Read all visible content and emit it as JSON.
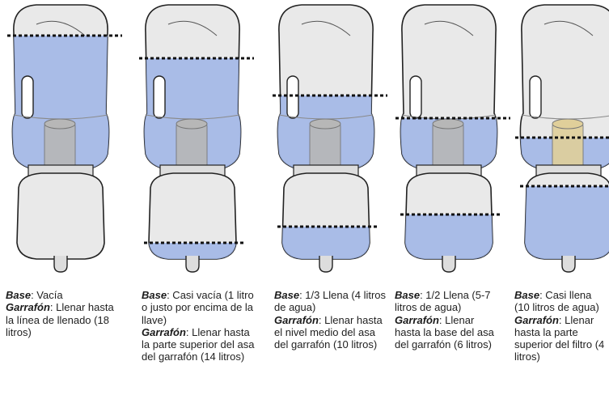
{
  "panels": [
    {
      "base_label": "Base",
      "base_text": ": Vacía",
      "garrafon_label": "Garrafón",
      "garrafon_text": ": Llenar hasta la línea de llenado (18 litros)",
      "top_fill": "full",
      "bottom_fill": "empty",
      "filter_color": "#b7b7b7"
    },
    {
      "base_label": "Base",
      "base_text": ": Casi vacía (1 litro o justo por encima de la llave)",
      "garrafon_label": "Garrafón",
      "garrafon_text": ": Llenar hasta la parte superior del asa del garrafón (14 litros)",
      "top_fill": "handle_top",
      "bottom_fill": "bottom_sliver",
      "filter_color": "#b7b7b7"
    },
    {
      "base_label": "Base",
      "base_text": ": 1/3 Llena (4 litros de agua)",
      "garrafon_label": "Garrafón",
      "garrafon_text": ": Llenar hasta el nivel medio del asa del garrafón (10 litros)",
      "top_fill": "handle_mid",
      "bottom_fill": "third",
      "filter_color": "#b7b7b7"
    },
    {
      "base_label": "Base",
      "base_text": ": 1/2 Llena (5-7 litros de agua)",
      "garrafon_label": "Garrafón",
      "garrafon_text": ": Llenar hasta la base del asa del garrafón (6 litros)",
      "top_fill": "handle_base",
      "bottom_fill": "half",
      "filter_color": "#b7b7b7"
    },
    {
      "base_label": "Base",
      "base_text": ": Casi llena (10 litros de agua)",
      "garrafon_label": "Garrafón",
      "garrafon_text": ": Llenar hasta la parte superior del filtro (4 litros)",
      "top_fill": "filter_top",
      "bottom_fill": "nearly_full",
      "filter_color": "#e0cf9a"
    }
  ],
  "colors": {
    "water": "#9db4e6",
    "outline": "#222222",
    "bottle": "#e9e9e9",
    "dashes": "#111111"
  }
}
